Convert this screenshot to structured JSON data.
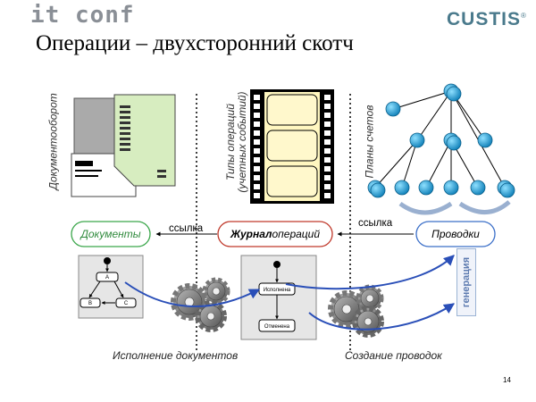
{
  "header": {
    "logo_left": "it conf",
    "logo_right": "CUSTIS",
    "logo_right_mark": "®"
  },
  "title": "Операции – двухсторонний скотч",
  "columns": {
    "left_label": "Документооборот",
    "middle_label_line1": "Типы операций",
    "middle_label_line2": "(учетных событий)",
    "right_label": "Планы счетов"
  },
  "nodes": {
    "documents": "Документы",
    "journal_bold": "Журнал",
    "journal_rest": " операций",
    "postings": "Проводки"
  },
  "links": {
    "link_left": "ссылка",
    "link_right": "ссылка"
  },
  "state_diagram_left": {
    "a": "A",
    "b": "B",
    "c": "C"
  },
  "state_diagram_middle": {
    "executed": "Исполнена",
    "cancelled": "Отменена"
  },
  "generation_label": "генерация",
  "bottom": {
    "left": "Исполнение документов",
    "right": "Создание проводок"
  },
  "page_number": "14",
  "colors": {
    "green_pill": "#3aa64a",
    "red_pill": "#c0392b",
    "blue_pill": "#3b6fc8",
    "arrow_blue": "#2a4fb8",
    "node_cyan": "#1ea0d8"
  }
}
